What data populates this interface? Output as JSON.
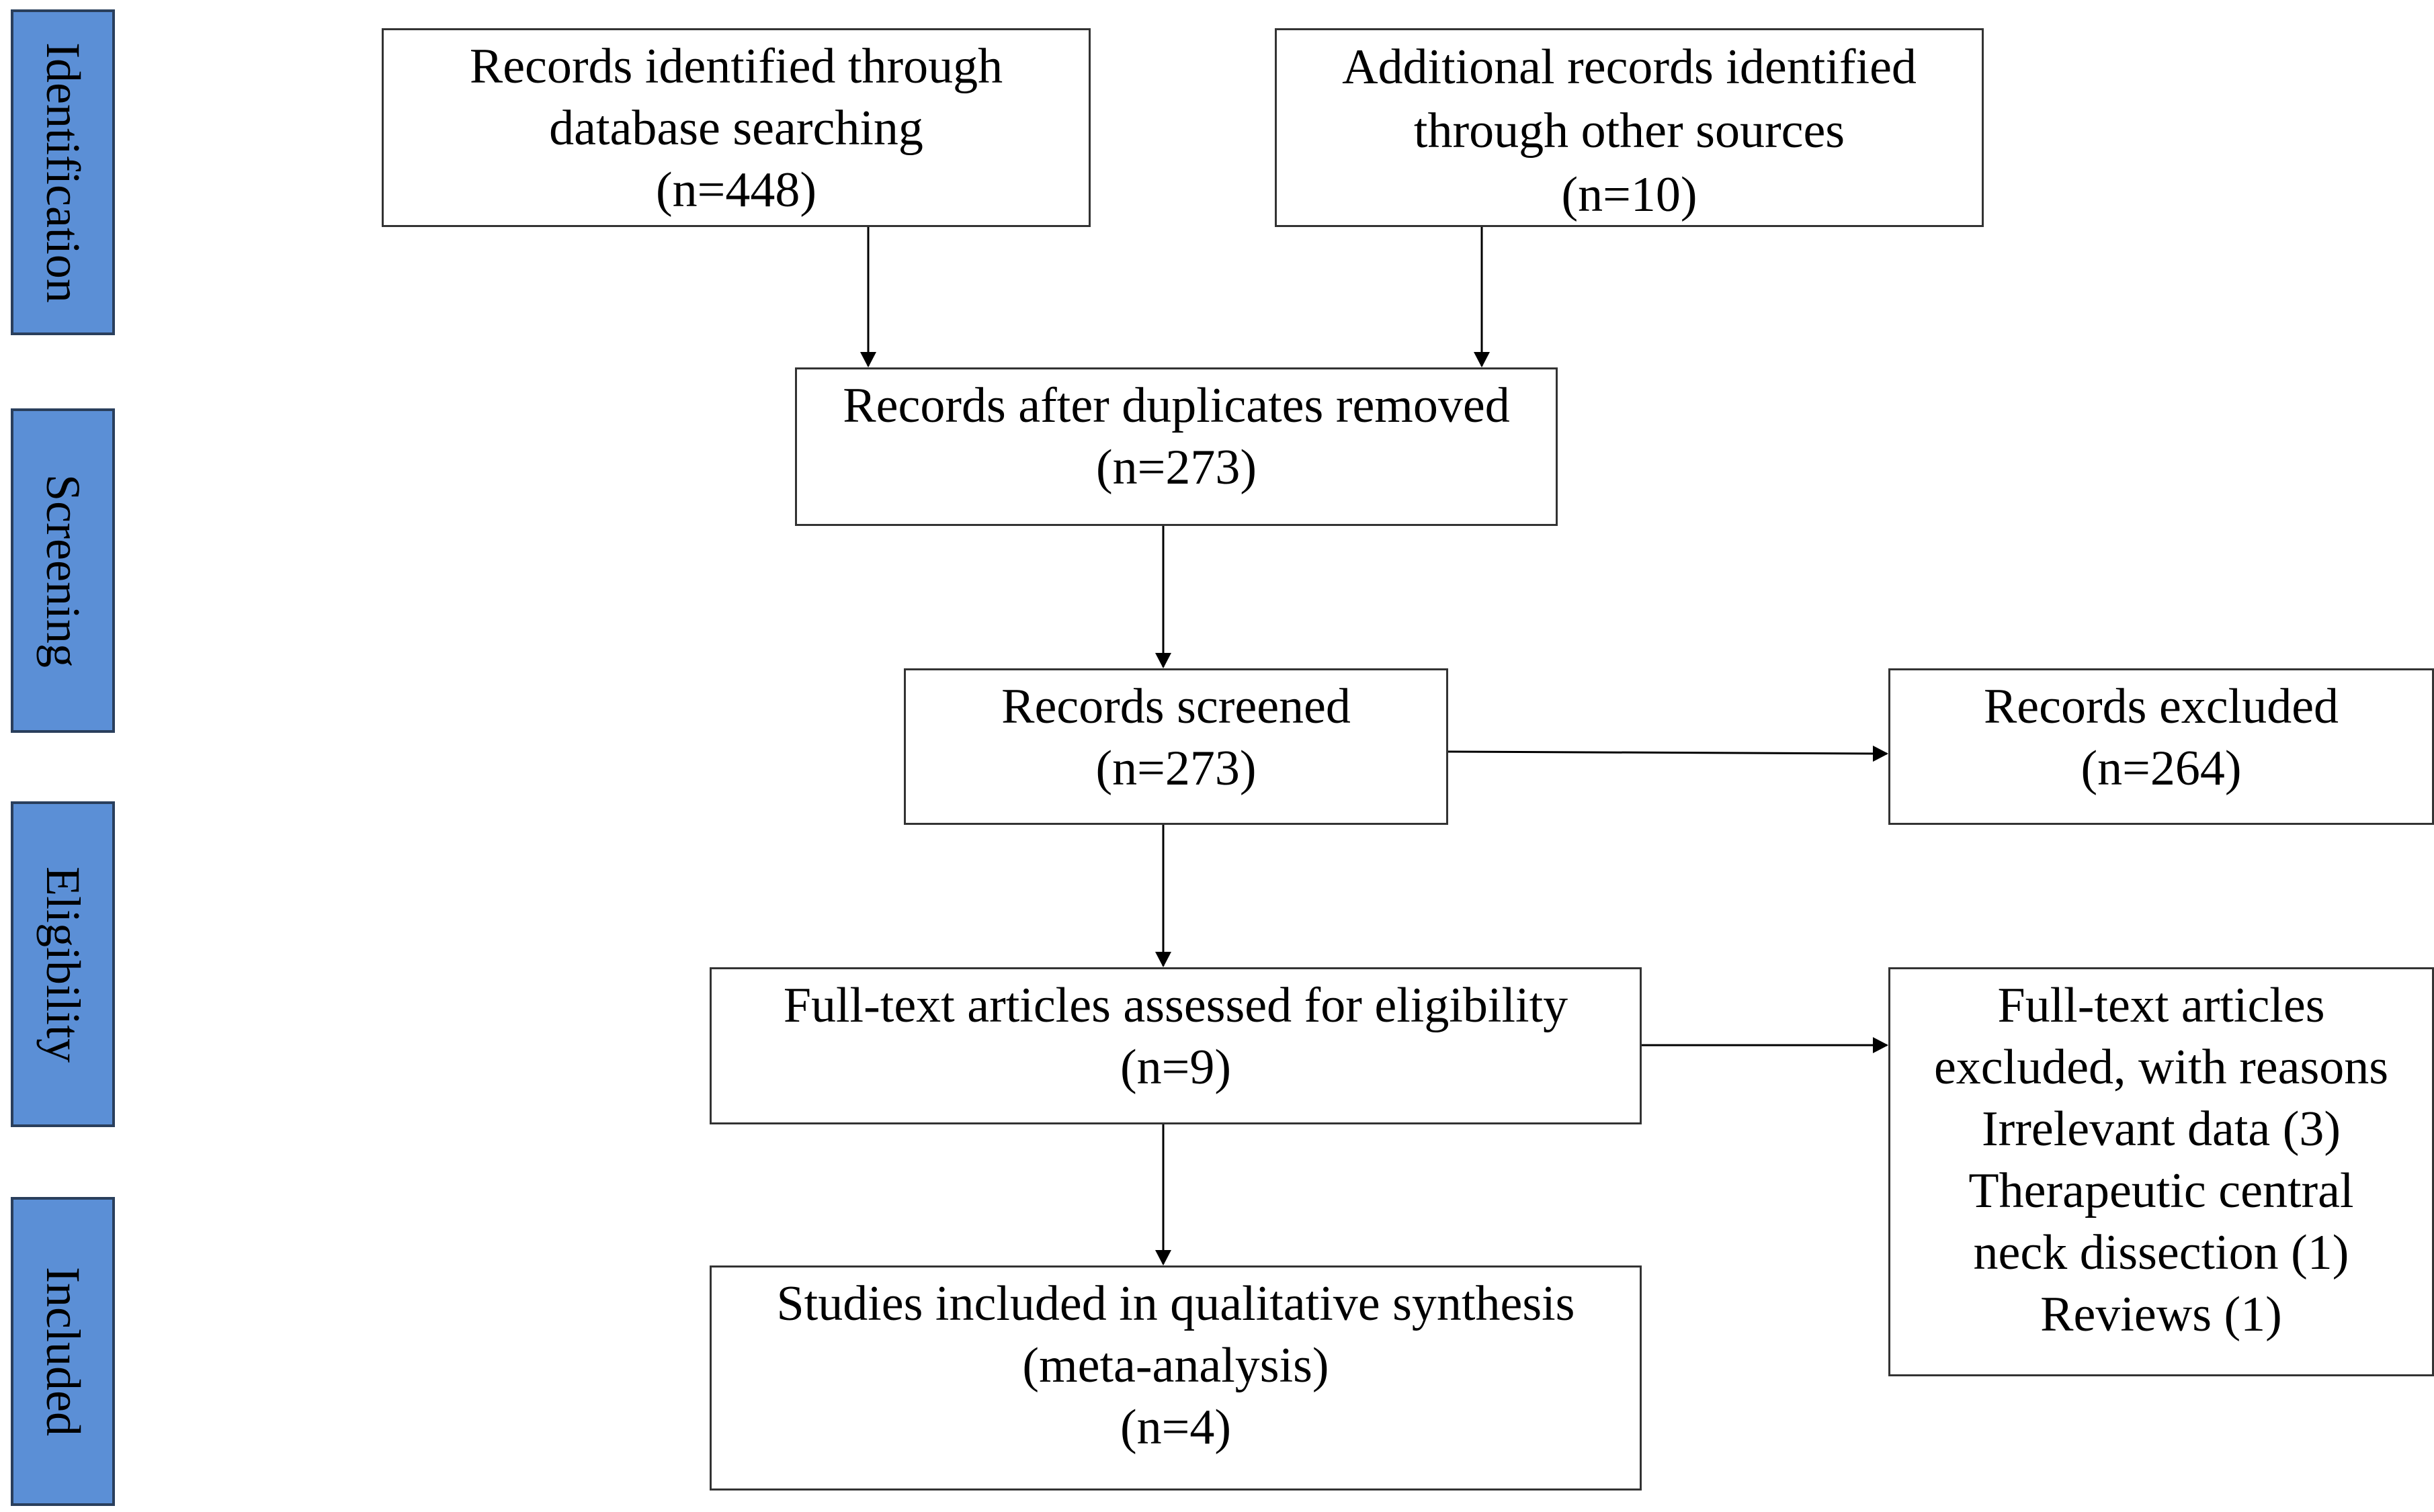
{
  "phases": {
    "identification": "Identification",
    "screening": "Screening",
    "eligibility": "Eligibility",
    "included": "Included"
  },
  "boxes": {
    "database_search": {
      "lines": [
        "Records identified through",
        "database searching",
        "(n=448)"
      ]
    },
    "other_sources": {
      "lines": [
        "Additional records identified",
        "through other sources",
        "(n=10)"
      ]
    },
    "after_duplicates": {
      "lines": [
        "Records after duplicates removed",
        "(n=273)"
      ]
    },
    "screened": {
      "lines": [
        "Records screened",
        "(n=273)"
      ]
    },
    "excluded": {
      "lines": [
        "Records excluded",
        "(n=264)"
      ]
    },
    "full_text_assessed": {
      "lines": [
        "Full-text articles assessed for eligibility",
        "(n=9)"
      ]
    },
    "full_text_excluded": {
      "lines": [
        "Full-text articles",
        "excluded, with reasons",
        "Irrelevant data (3)",
        "Therapeutic central",
        "neck dissection (1)",
        "Reviews (1)"
      ]
    },
    "included_studies": {
      "lines": [
        "Studies included in qualitative synthesis",
        "(meta-analysis)",
        "(n=4)"
      ]
    }
  },
  "colors": {
    "phase_fill": "#5b8fd6",
    "phase_border": "#2a3f5c",
    "box_border": "#333333",
    "arrow": "#000000"
  }
}
